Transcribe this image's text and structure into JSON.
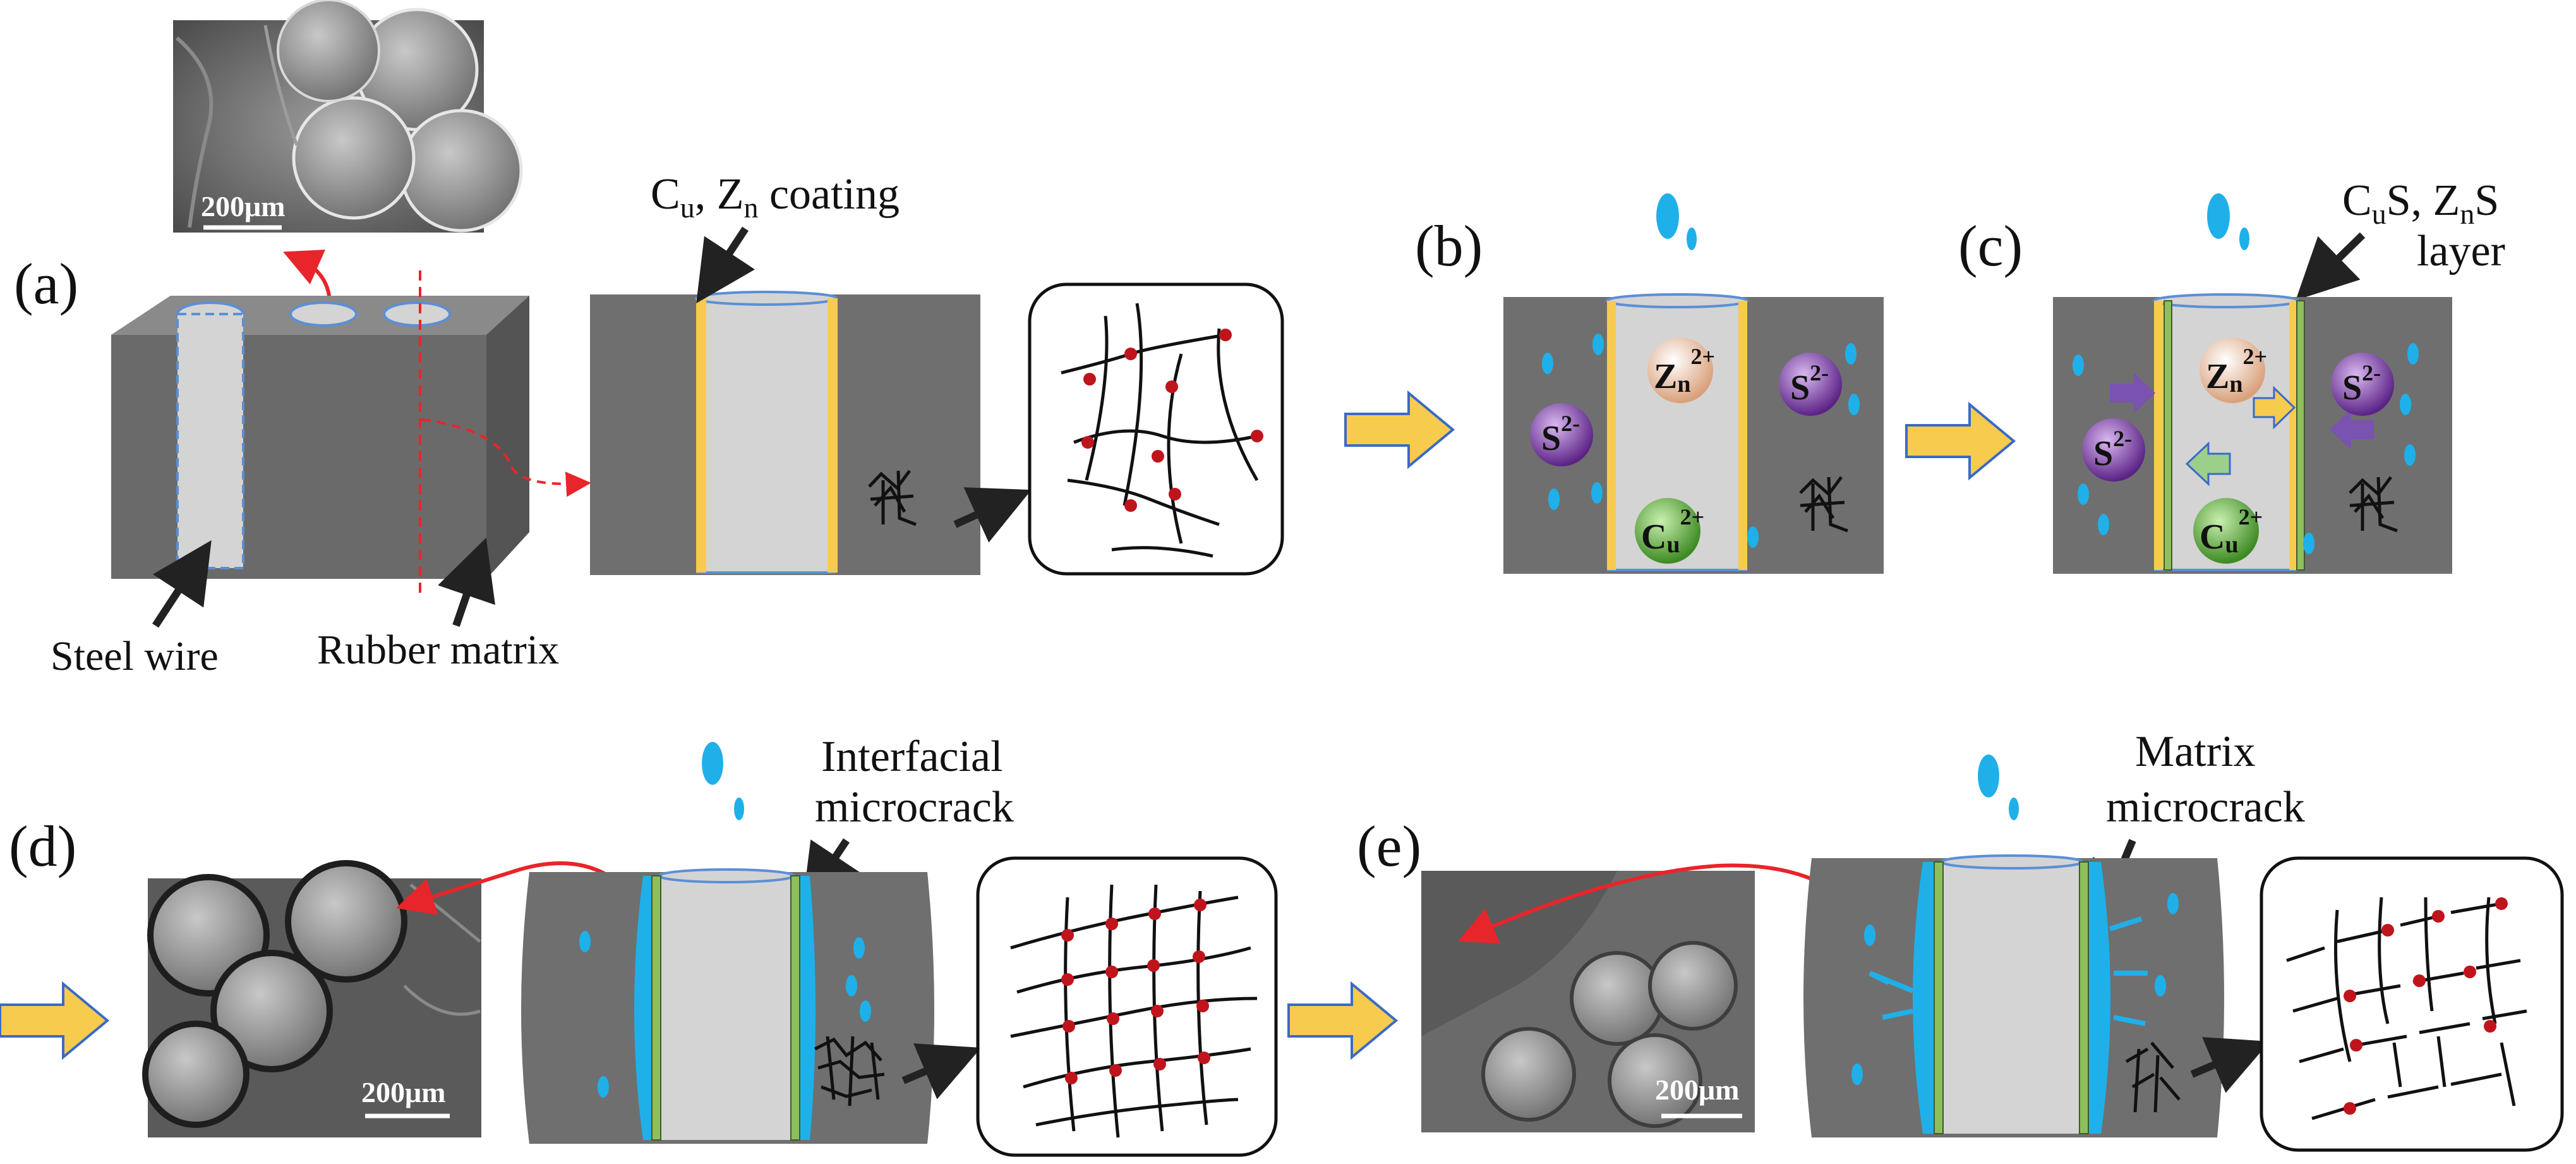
{
  "panels": {
    "a": "(a)",
    "b": "(b)",
    "c": "(c)",
    "d": "(d)",
    "e": "(e)"
  },
  "labels": {
    "coating_main": "C",
    "coating_sub1": "u",
    "coating_mid": ", Z",
    "coating_sub2": "n",
    "coating_tail": " coating",
    "layer_line1_main1": "C",
    "layer_line1_sub1": "u",
    "layer_line1_mid": "S, Z",
    "layer_line1_sub2": "n",
    "layer_line1_tail": "S",
    "layer_line2": "layer",
    "steel_wire": "Steel wire",
    "rubber_matrix": "Rubber matrix",
    "interfacial_line1": "Interfacial",
    "interfacial_line2": "microcrack",
    "matrix_line1": "Matrix",
    "matrix_line2": "microcrack"
  },
  "scale_bar": "200μm",
  "ions": {
    "zinc_main": "Z",
    "zinc_sub": "n",
    "zinc_sup": "2+",
    "copper_main": "C",
    "copper_sub": "u",
    "copper_sup": "2+",
    "sulfide_main": "S",
    "sulfide_sup": "2-"
  },
  "colors": {
    "rubber": "#6f6f6f",
    "rubber_dark": "#5a5a5a",
    "wire": "#d4d4d4",
    "coating": "#f7cb4d",
    "sulfide_layer": "#8fbe5c",
    "water": "#1fb0ea",
    "flow_arrow": "#f7cb4d",
    "crosslink": "#c0141c",
    "zinc_ion": "#f0c4a4",
    "copper_ion": "#5da33a",
    "sulfide_ion": "#7b3fa6",
    "red_arrow": "#e8252a"
  }
}
